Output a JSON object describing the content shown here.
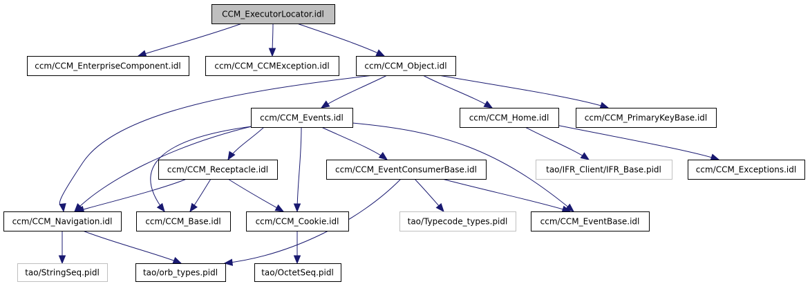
{
  "colors": {
    "edge": "#191970",
    "node_border": "#000000",
    "root_fill": "#bfbfbf",
    "missing_border": "#bfbfbf"
  },
  "nodes": {
    "root": "CCM_ExecutorLocator.idl",
    "enterprise": "ccm/CCM_EnterpriseComponent.idl",
    "ccmexception": "ccm/CCM_CCMException.idl",
    "object": "ccm/CCM_Object.idl",
    "events": "ccm/CCM_Events.idl",
    "home": "ccm/CCM_Home.idl",
    "primarykey": "ccm/CCM_PrimaryKeyBase.idl",
    "receptacle": "ccm/CCM_Receptacle.idl",
    "consumerbase": "ccm/CCM_EventConsumerBase.idl",
    "ifrclient": "tao/IFR_Client/IFR_Base.pidl",
    "exceptions": "ccm/CCM_Exceptions.idl",
    "navigation": "ccm/CCM_Navigation.idl",
    "base": "ccm/CCM_Base.idl",
    "cookie": "ccm/CCM_Cookie.idl",
    "typecode": "tao/Typecode_types.pidl",
    "eventbase": "ccm/CCM_EventBase.idl",
    "stringseq": "tao/StringSeq.pidl",
    "orbtypes": "tao/orb_types.pidl",
    "octetseq": "tao/OctetSeq.pidl"
  },
  "edges": [
    [
      "root",
      "enterprise"
    ],
    [
      "root",
      "ccmexception"
    ],
    [
      "root",
      "object"
    ],
    [
      "object",
      "navigation"
    ],
    [
      "object",
      "events"
    ],
    [
      "object",
      "home"
    ],
    [
      "object",
      "primarykey"
    ],
    [
      "events",
      "navigation"
    ],
    [
      "events",
      "receptacle"
    ],
    [
      "events",
      "base"
    ],
    [
      "events",
      "cookie"
    ],
    [
      "events",
      "consumerbase"
    ],
    [
      "events",
      "eventbase"
    ],
    [
      "home",
      "ifrclient"
    ],
    [
      "home",
      "exceptions"
    ],
    [
      "receptacle",
      "navigation"
    ],
    [
      "receptacle",
      "base"
    ],
    [
      "receptacle",
      "cookie"
    ],
    [
      "consumerbase",
      "typecode"
    ],
    [
      "consumerbase",
      "eventbase"
    ],
    [
      "consumerbase",
      "orbtypes"
    ],
    [
      "navigation",
      "stringseq"
    ],
    [
      "navigation",
      "orbtypes"
    ],
    [
      "cookie",
      "octetseq"
    ]
  ]
}
